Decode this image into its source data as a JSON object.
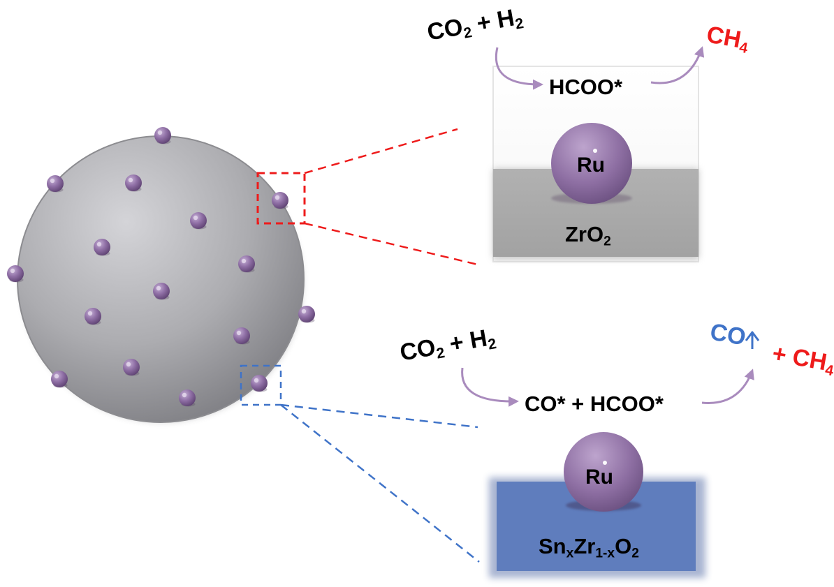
{
  "colors": {
    "particle_sphere": "#a9a9ad",
    "ru_nanoparticle": "#8e6fa3",
    "zro2_support": "#a6a6a6",
    "snzr_support": "#5f7dbd",
    "arrow": "#a98bbd",
    "highlight_red": "#ee1b1b",
    "highlight_blue": "#3f73c8"
  },
  "top_panel": {
    "reactant_a": "CO",
    "reactant_a_sub": "2",
    "plus": "+",
    "reactant_b": "H",
    "reactant_b_sub": "2",
    "intermediate": "HCOO*",
    "product": "CH",
    "product_sub": "4",
    "metal_label": "Ru",
    "support_label": "ZrO",
    "support_sub": "2"
  },
  "bottom_panel": {
    "reactant_a": "CO",
    "reactant_a_sub": "2",
    "plus": "+",
    "reactant_b": "H",
    "reactant_b_sub": "2",
    "intermediate": "CO* + HCOO*",
    "product_co": "CO",
    "product_plus": "+",
    "product_ch4": "CH",
    "product_ch4_sub": "4",
    "metal_label": "Ru",
    "support_sn": "Sn",
    "support_sn_sub": "x",
    "support_zr": "Zr",
    "support_zr_sub": "1-x",
    "support_o": "O",
    "support_o_sub": "2"
  }
}
